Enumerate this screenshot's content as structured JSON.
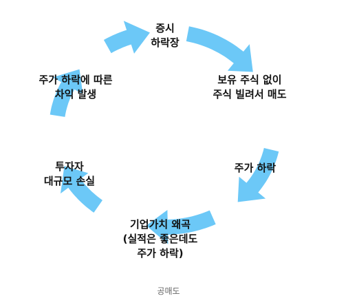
{
  "arrow_color": "#6cc8f7",
  "nodes": [
    {
      "lines": [
        "증시",
        "하락장"
      ]
    },
    {
      "lines": [
        "보유 주식 없이",
        "주식 빌려서 매도"
      ]
    },
    {
      "lines": [
        "주가 하락"
      ]
    },
    {
      "lines": [
        "기업가치 왜곡",
        "(실적은 좋은데도",
        "주가 하락)"
      ]
    },
    {
      "lines": [
        "투자자",
        "대규모 손실"
      ]
    },
    {
      "lines": [
        "주가 하락에 따른",
        "차익 발생"
      ]
    }
  ],
  "caption": "공매도"
}
